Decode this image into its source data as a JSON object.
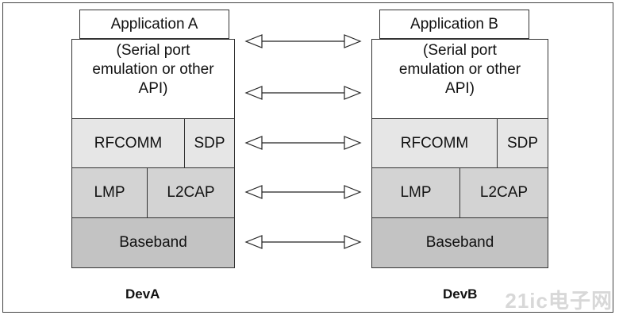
{
  "stacks": [
    {
      "app": "Application A",
      "api": "(Serial port\nemulation or other\nAPI)",
      "rfcomm": "RFCOMM",
      "sdp": "SDP",
      "lmp": "LMP",
      "l2cap": "L2CAP",
      "baseband": "Baseband",
      "device": "DevA"
    },
    {
      "app": "Application B",
      "api": "(Serial port\nemulation or other\nAPI)",
      "rfcomm": "RFCOMM",
      "sdp": "SDP",
      "lmp": "LMP",
      "l2cap": "L2CAP",
      "baseband": "Baseband",
      "device": "DevB"
    }
  ],
  "arrow_count": 5,
  "watermark": "21ic电子网"
}
